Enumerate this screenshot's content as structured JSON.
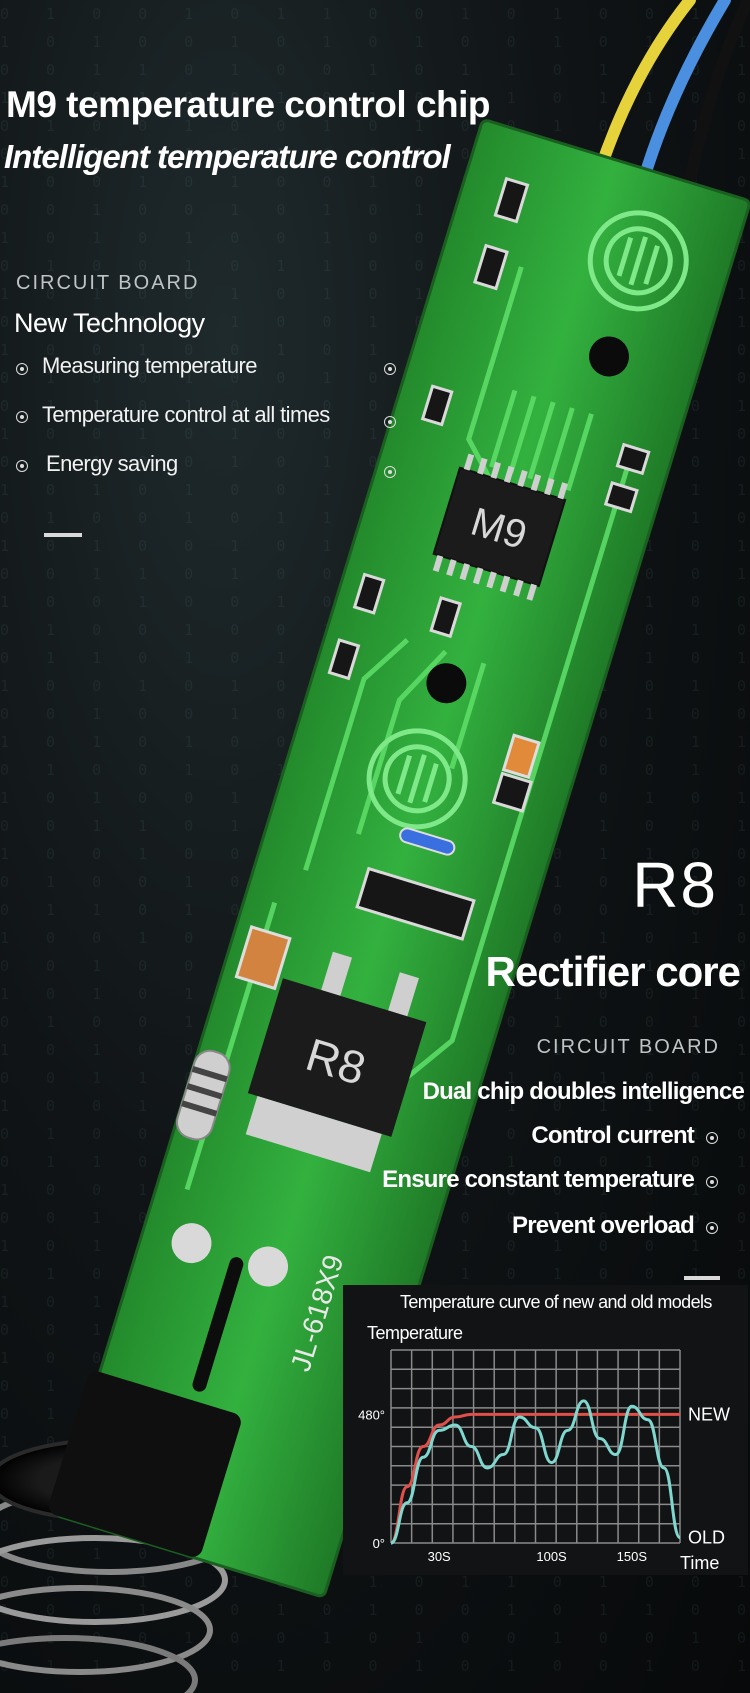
{
  "header": {
    "title_line1": "M9 temperature control chip",
    "title_line2": "Intelligent temperature control"
  },
  "section_m9": {
    "label": "CIRCUIT BOARD",
    "heading": "New Technology",
    "features": [
      "Measuring temperature",
      "Temperature control at all times",
      "Energy saving"
    ]
  },
  "section_r8": {
    "title": "R8",
    "heading": "Rectifier core",
    "label": "CIRCUIT BOARD",
    "features": [
      "Dual chip doubles intelligence",
      "Control current",
      "Ensure constant temperature",
      "Prevent overload"
    ]
  },
  "board": {
    "chip1": "M9",
    "chip2": "R8",
    "silkscreen": "JL-618X9"
  },
  "colors": {
    "pcb_green": "#2fa83a",
    "trace_green": "#4fd35a",
    "new_curve": "#e0504a",
    "old_curve": "#7fd8d0",
    "wire_yellow": "#e6d23a",
    "wire_blue": "#4a8fe0"
  },
  "chart_data": {
    "type": "line",
    "title": "Temperature curve of new and old models",
    "ylabel": "Temperature",
    "xlabel": "Time",
    "x_ticks": [
      "30S",
      "100S",
      "150S"
    ],
    "y_ticks": [
      "0°",
      "480°"
    ],
    "xlim": [
      0,
      180
    ],
    "ylim": [
      0,
      720
    ],
    "series": [
      {
        "name": "NEW",
        "x": [
          0,
          10,
          20,
          30,
          40,
          50,
          60,
          80,
          100,
          120,
          140,
          160,
          180
        ],
        "y": [
          0,
          210,
          360,
          440,
          470,
          480,
          480,
          480,
          480,
          480,
          480,
          480,
          480
        ]
      },
      {
        "name": "OLD",
        "x": [
          0,
          10,
          20,
          30,
          40,
          50,
          60,
          70,
          80,
          90,
          100,
          110,
          120,
          130,
          140,
          150,
          160,
          170,
          180
        ],
        "y": [
          0,
          150,
          320,
          420,
          440,
          360,
          280,
          330,
          470,
          430,
          300,
          420,
          530,
          390,
          330,
          510,
          460,
          280,
          20
        ]
      }
    ]
  }
}
